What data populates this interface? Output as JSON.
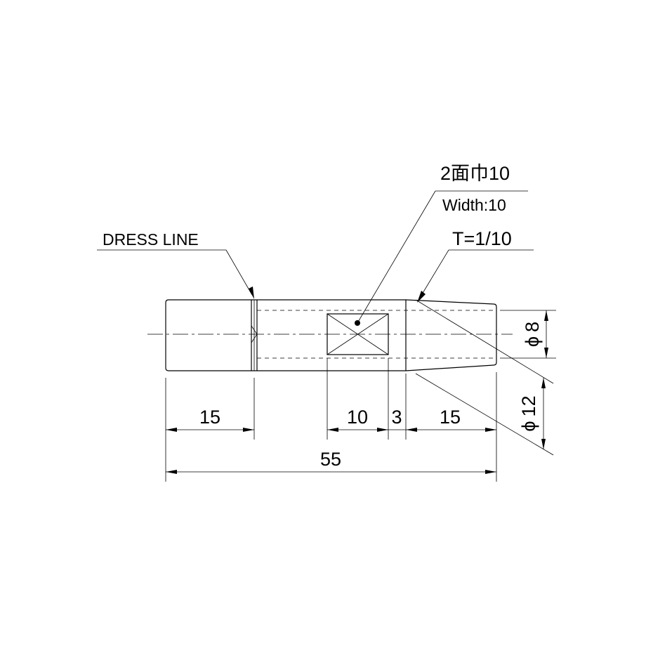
{
  "callouts": {
    "width_jp": "2面巾10",
    "width_en": "Width:10",
    "taper": "T=1/10",
    "dress_line": "DRESS LINE"
  },
  "dimensions": {
    "length_a": "15",
    "length_b": "10",
    "length_c": "3",
    "length_d": "15",
    "overall": "55",
    "dia_small_symbol": "ϕ",
    "dia_small": "8",
    "dia_large_symbol": "ϕ",
    "dia_large": "12"
  }
}
